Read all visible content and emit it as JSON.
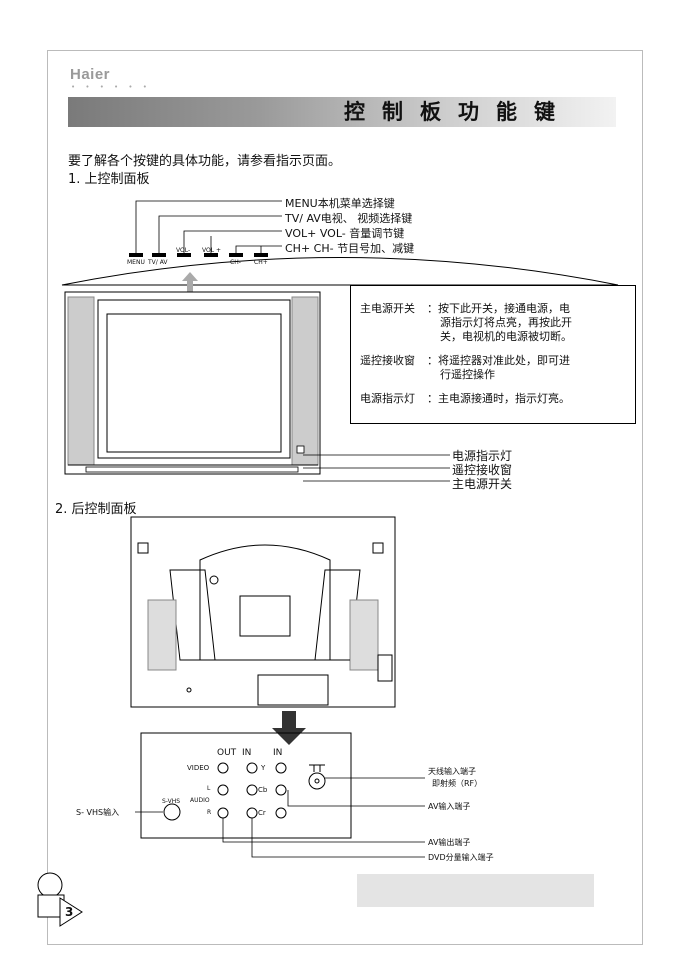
{
  "brand": {
    "logo": "Haier",
    "dots": "• • • • • •"
  },
  "header": {
    "title": "控制板功能键"
  },
  "intro": "要了解各个按键的具体功能，请参看指示页面。",
  "section1": {
    "heading": "1. 上控制面板",
    "callouts": [
      "MENU本机菜单选择键",
      "TV/ AV电视、 视频选择键",
      "VOL+ VOL- 音量调节键",
      "CH+ CH- 节目号加、减键"
    ],
    "buttons": [
      "MENU",
      "TV/ AV",
      "VOL-",
      "VOL +",
      "CH-",
      "CH+"
    ],
    "info": {
      "power_label": "主电源开关",
      "power_lines": [
        "：按下此开关，接通电源，电",
        "源指示灯将点亮，再按此开",
        "关，电视机的电源被切断。"
      ],
      "remote_label": "遥控接收窗",
      "remote_lines": [
        "：将遥控器对准此处，即可进",
        "行遥控操作"
      ],
      "led_label": "电源指示灯",
      "led_lines": [
        "：主电源接通时，指示灯亮。"
      ]
    },
    "front_labels": [
      "电源指示灯",
      "遥控接收窗",
      "主电源开关"
    ]
  },
  "section2": {
    "heading": "2. 后控制面板",
    "panel": {
      "out": "OUT",
      "in1": "IN",
      "in2": "IN",
      "video": "VIDEO",
      "y": "Y",
      "l": "L",
      "audio": "AUDIO",
      "cb": "Cb",
      "r": "R",
      "cr": "Cr",
      "svhs_small": "S-VHS",
      "svhs": "S- VHS输入",
      "antenna_line1": "天线输入端子",
      "antenna_line2": "即射频（RF）",
      "av_in": "AV输入端子",
      "av_out": "AV输出端子",
      "dvd": "DVD分量输入端子"
    }
  },
  "page_number": "3"
}
